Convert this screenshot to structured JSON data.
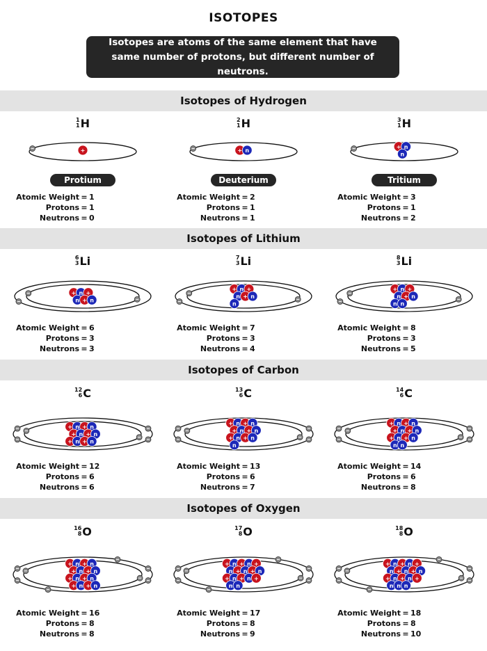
{
  "title": "ISOTOPES",
  "definition": "Isotopes are atoms of the same element that have same number of protons, but different number of neutrons.",
  "colors": {
    "proton": "#c8141e",
    "neutron": "#1c28b8",
    "electron": "#888888",
    "dark": "#262626",
    "band": "#e3e3e3"
  },
  "labels": {
    "weight": "Atomic Weight",
    "protons": "Protons",
    "neutrons": "Neutrons",
    "eq": "=",
    "proton_mark": "+",
    "neutron_mark": "n"
  },
  "sections": [
    {
      "title": "Isotopes of Hydrogen",
      "element": "H",
      "isotopes": [
        {
          "mass": "1",
          "z": "1",
          "name": "Protium",
          "weight": "1",
          "protons": "1",
          "neutrons": "0"
        },
        {
          "mass": "2",
          "z": "1",
          "name": "Deuterium",
          "weight": "2",
          "protons": "1",
          "neutrons": "1"
        },
        {
          "mass": "3",
          "z": "1",
          "name": "Tritium",
          "weight": "3",
          "protons": "1",
          "neutrons": "2"
        }
      ]
    },
    {
      "title": "Isotopes of Lithium",
      "element": "Li",
      "isotopes": [
        {
          "mass": "6",
          "z": "3",
          "weight": "6",
          "protons": "3",
          "neutrons": "3"
        },
        {
          "mass": "7",
          "z": "3",
          "weight": "7",
          "protons": "3",
          "neutrons": "4"
        },
        {
          "mass": "8",
          "z": "3",
          "weight": "8",
          "protons": "3",
          "neutrons": "5"
        }
      ]
    },
    {
      "title": "Isotopes of Carbon",
      "element": "C",
      "isotopes": [
        {
          "mass": "12",
          "z": "6",
          "weight": "12",
          "protons": "6",
          "neutrons": "6"
        },
        {
          "mass": "13",
          "z": "6",
          "weight": "13",
          "protons": "6",
          "neutrons": "7"
        },
        {
          "mass": "14",
          "z": "6",
          "weight": "14",
          "protons": "6",
          "neutrons": "8"
        }
      ]
    },
    {
      "title": "Isotopes of Oxygen",
      "element": "O",
      "isotopes": [
        {
          "mass": "16",
          "z": "8",
          "weight": "16",
          "protons": "8",
          "neutrons": "8"
        },
        {
          "mass": "17",
          "z": "8",
          "weight": "17",
          "protons": "8",
          "neutrons": "9"
        },
        {
          "mass": "18",
          "z": "8",
          "weight": "18",
          "protons": "8",
          "neutrons": "10"
        }
      ]
    }
  ]
}
